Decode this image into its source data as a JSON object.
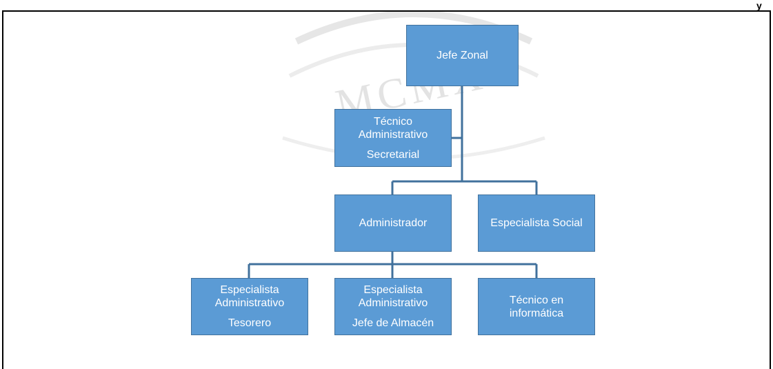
{
  "header_mark": "y",
  "watermark": {
    "text": "MCMX",
    "color": "#e3e3e3"
  },
  "colors": {
    "box_fill": "#5b9bd5",
    "box_border": "#41719c",
    "connector": "#41719c"
  },
  "nodes": {
    "jefe_zonal": {
      "lines": [
        "Jefe Zonal"
      ]
    },
    "tecnico_admin": {
      "lines": [
        "Técnico",
        "Administrativo",
        "Secretarial"
      ]
    },
    "administrador": {
      "lines": [
        "Administrador"
      ]
    },
    "especialista_social": {
      "lines": [
        "Especialista Social"
      ]
    },
    "esp_admin_tesorero": {
      "lines": [
        "Especialista",
        "Administrativo",
        "Tesorero"
      ]
    },
    "esp_admin_almacen": {
      "lines": [
        "Especialista",
        "Administrativo",
        "Jefe de Almacén"
      ]
    },
    "tecnico_informatica": {
      "lines": [
        "Técnico en",
        "informática"
      ]
    }
  }
}
